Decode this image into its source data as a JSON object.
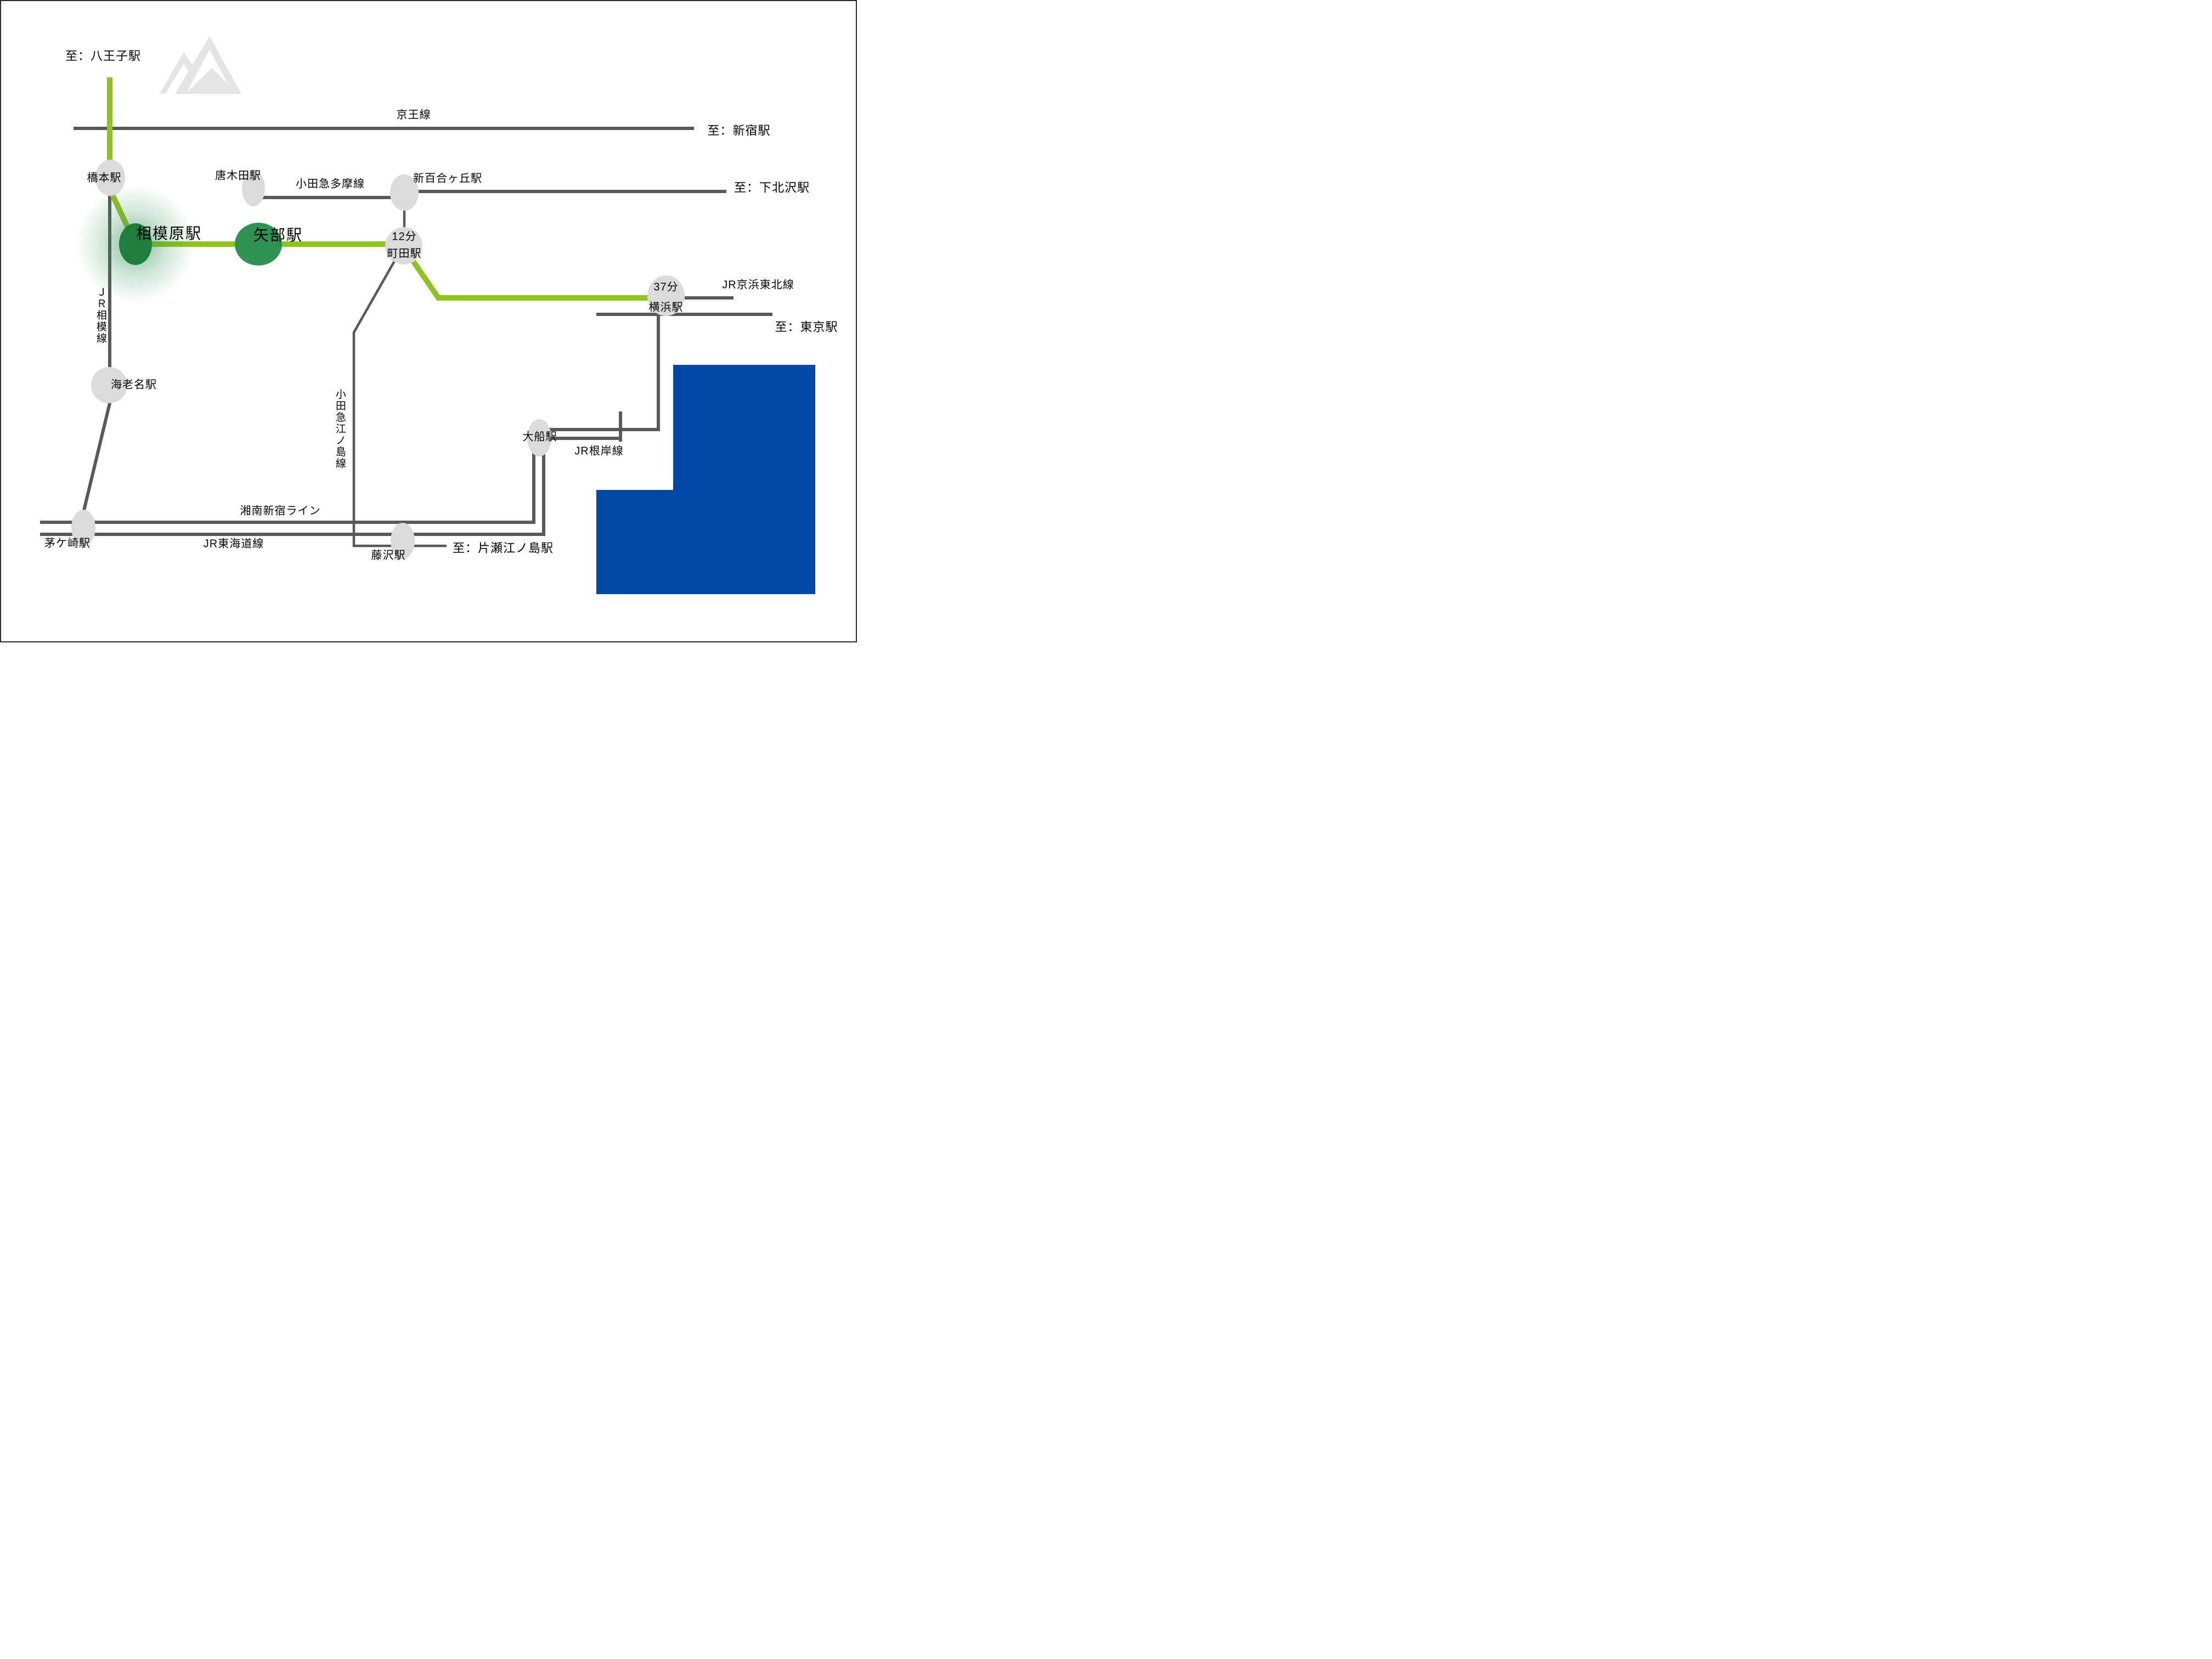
{
  "diagram": {
    "type": "railway-route-map",
    "colors": {
      "route_green": "#8FC31F",
      "highlight_station_dark_green": "#1E7E3E",
      "highlight_station_green": "#2E9254",
      "rail_gray": "#595959",
      "station_fill": "#DBDBDB",
      "inset_blue": "#0048A5",
      "mountain_gray": "#E4E4E4"
    }
  },
  "stations": {
    "hashimoto": {
      "label": "橋本駅"
    },
    "karakida": {
      "label": "唐木田駅"
    },
    "shin_yurigaoka": {
      "label": "新百合ヶ丘駅"
    },
    "sagamihara": {
      "label": "相模原駅"
    },
    "yabe": {
      "label": "矢部駅"
    },
    "machida": {
      "label": "町田駅",
      "minutes": "12分"
    },
    "yokohama": {
      "label": "横浜駅",
      "minutes": "37分"
    },
    "ebina": {
      "label": "海老名駅"
    },
    "ofuna": {
      "label": "大船駅"
    },
    "chigasaki": {
      "label": "茅ケ崎駅"
    },
    "fujisawa": {
      "label": "藤沢駅"
    }
  },
  "destinations": {
    "hachioji": {
      "label": "至：八王子駅"
    },
    "shinjuku": {
      "label": "至：新宿駅"
    },
    "shimokitazawa": {
      "label": "至：下北沢駅"
    },
    "tokyo": {
      "label": "至：東京駅"
    },
    "katase_enoshima": {
      "label": "至：片瀬江ノ島駅"
    }
  },
  "lines": {
    "keio": {
      "label": "京王線"
    },
    "odakyu_tama": {
      "label": "小田急多摩線"
    },
    "jr_sagami": {
      "label": "ＪＲ相模線"
    },
    "odakyu_enoshima": {
      "label": "小田急江ノ島線"
    },
    "jr_keihin_tohoku": {
      "label": "JR京浜東北線"
    },
    "jr_negishi": {
      "label": "JR根岸線"
    },
    "shonan_shinjuku": {
      "label": "湘南新宿ライン"
    },
    "jr_tokaido": {
      "label": "JR東海道線"
    }
  }
}
